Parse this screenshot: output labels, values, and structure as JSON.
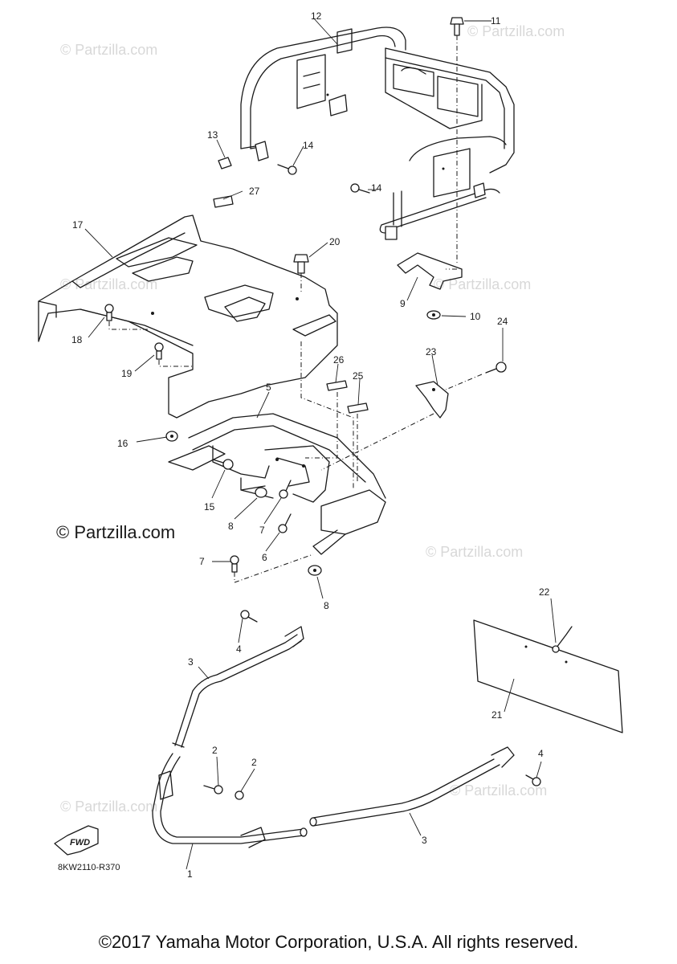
{
  "watermarks": {
    "main": "© Partzilla.com",
    "faint": "© Partzilla.com"
  },
  "callouts": [
    "1",
    "2",
    "2",
    "3",
    "3",
    "4",
    "4",
    "5",
    "6",
    "7",
    "7",
    "8",
    "8",
    "9",
    "10",
    "11",
    "12",
    "13",
    "14",
    "14",
    "15",
    "16",
    "17",
    "18",
    "19",
    "20",
    "21",
    "22",
    "23",
    "24",
    "25",
    "26",
    "27"
  ],
  "fwd_label": "FWD",
  "diagram_code": "8KW2110-R370",
  "copyright": "©2017 Yamaha Motor Corporation, U.S.A. All rights reserved."
}
